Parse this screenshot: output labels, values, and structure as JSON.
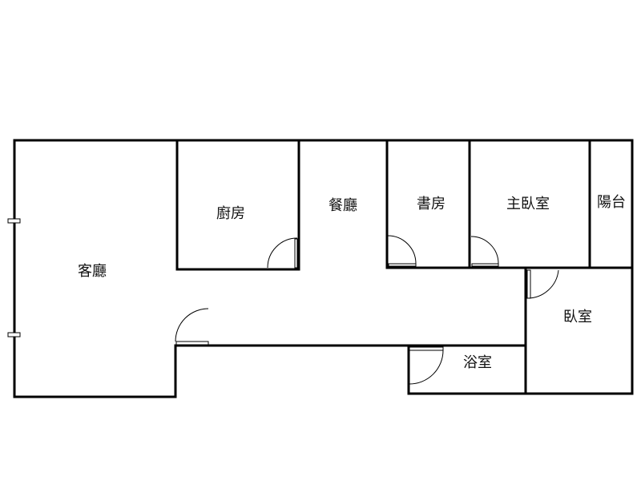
{
  "rooms": {
    "living_room": "客廳",
    "kitchen": "廚房",
    "dining_room": "餐廳",
    "study": "書房",
    "master_bedroom": "主臥室",
    "balcony": "陽台",
    "bedroom": "臥室",
    "bathroom": "浴室"
  },
  "colors": {
    "wall": "#000000",
    "background": "#ffffff"
  }
}
